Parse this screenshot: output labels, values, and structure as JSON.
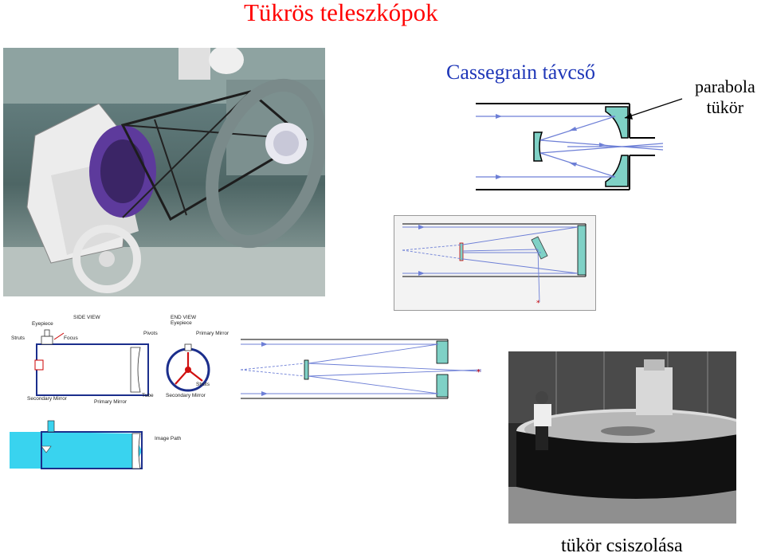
{
  "slide": {
    "title": "Tükrös teleszkópok",
    "cassegrain_title": "Cassegrain távcső",
    "mirror_label_line1": "parabola",
    "mirror_label_line2": "tükör",
    "caption": "tükör csiszolása"
  },
  "newtonian_diagram": {
    "side_view": "SIDE VIEW",
    "end_view": "END VIEW",
    "eyepiece": "Eyepiece",
    "eyepiece_end": "Eyepiece",
    "focus": "Focus",
    "pivots": "Pivots",
    "primary_mirror_end": "Primary Mirror",
    "struts": "Struts",
    "struts_end": "Struts",
    "secondary_mirror": "Secondary Mirror",
    "primary_mirror": "Primary Mirror",
    "tube": "Tube",
    "secondary_mirror_end": "Secondary Mirror",
    "image_path": "Image Path"
  },
  "colors": {
    "title": "#ff0000",
    "cassegrain_title": "#1f37b8",
    "ray": "#6d7fd6",
    "mirror_fill": "#7fd1c6",
    "beam_cyan": "#39d3ef"
  }
}
